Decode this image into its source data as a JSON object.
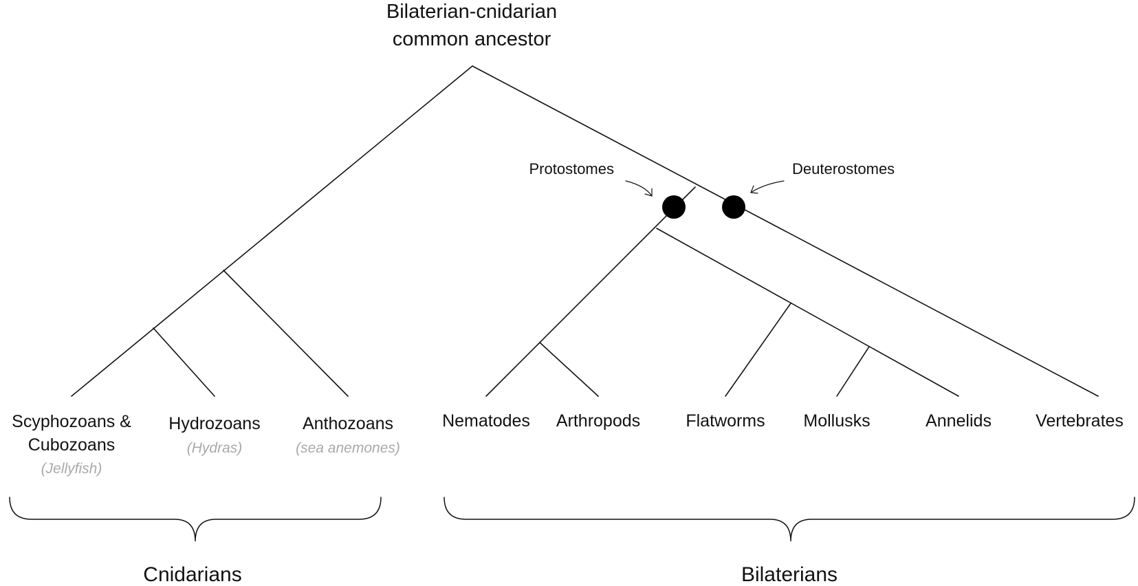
{
  "root": {
    "line1": "Bilaterian-cnidarian",
    "line2": "common ancestor"
  },
  "nodes": {
    "protostomes": "Protostomes",
    "deuterostomes": "Deuterostomes"
  },
  "taxa": {
    "scyphozoans": {
      "line1": "Scyphozoans &",
      "line2": "Cubozoans",
      "common": "(Jellyfish)"
    },
    "hydrozoans": {
      "name": "Hydrozoans",
      "common": "(Hydras)"
    },
    "anthozoans": {
      "name": "Anthozoans",
      "common": "(sea anemones)"
    },
    "nematodes": "Nematodes",
    "arthropods": "Arthropods",
    "flatworms": "Flatworms",
    "mollusks": "Mollusks",
    "annelids": "Annelids",
    "vertebrates": "Vertebrates"
  },
  "groups": {
    "cnidarians": "Cnidarians",
    "bilaterians": "Bilaterians"
  },
  "colors": {
    "line": "#111111",
    "node_marker": "#000000",
    "common_name": "#a9a9a9"
  }
}
